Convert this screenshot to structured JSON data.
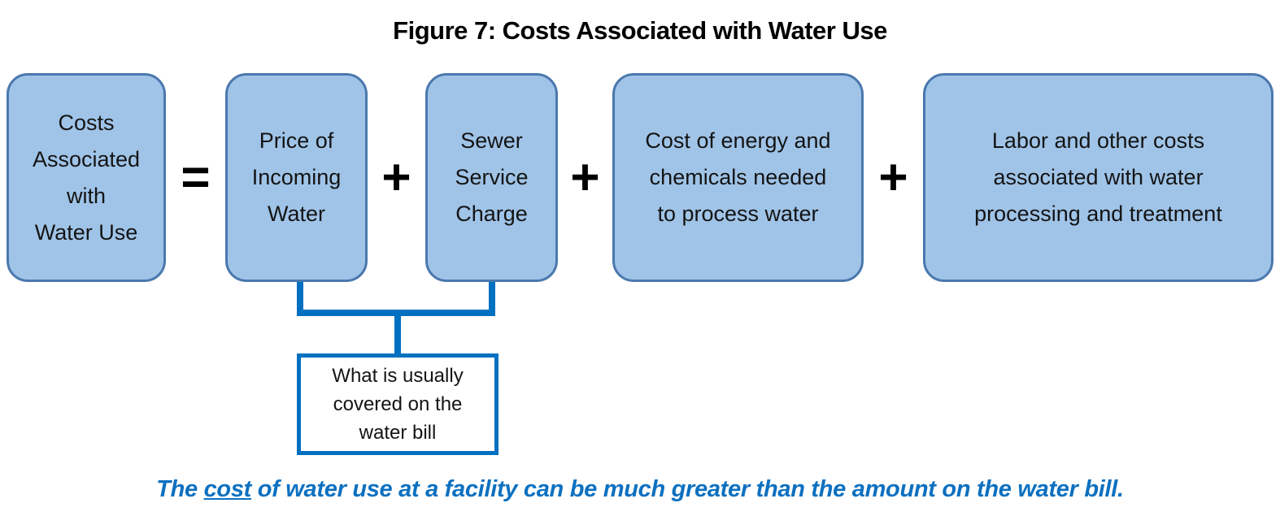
{
  "title": "Figure 7: Costs Associated with Water Use",
  "equation": {
    "result": {
      "lines": [
        "Costs",
        "Associated",
        "with",
        "Water Use"
      ]
    },
    "operators": [
      "=",
      "+",
      "+",
      "+"
    ],
    "terms": [
      {
        "lines": [
          "Price of",
          "Incoming",
          "Water"
        ]
      },
      {
        "lines": [
          "Sewer",
          "Service",
          "Charge"
        ]
      },
      {
        "lines": [
          "Cost of energy and",
          "chemicals needed",
          "to process water"
        ]
      },
      {
        "lines": [
          "Labor and other costs",
          "associated with water",
          "processing and treatment"
        ]
      }
    ]
  },
  "annotation": {
    "lines": [
      "What is usually",
      "covered on the",
      "water bill"
    ]
  },
  "caption": {
    "prefix": "The ",
    "underlined": "cost",
    "suffix": " of water use at a facility can be much greater than the amount on the water bill."
  },
  "colors": {
    "box_fill": "#A0C4E8",
    "box_border": "#4A78AD",
    "connector_blue": "#0070C0",
    "caption_text": "#0C70C0",
    "title_text": "#000000"
  }
}
